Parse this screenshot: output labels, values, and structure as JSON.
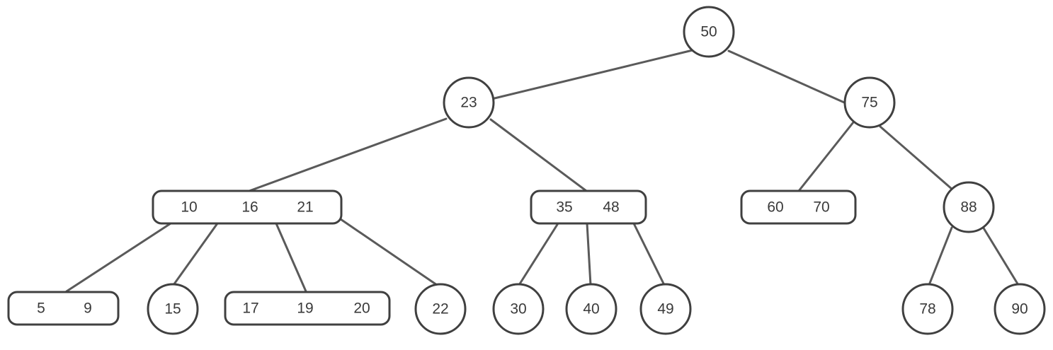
{
  "diagram": {
    "nodes": [
      {
        "id": "n50",
        "keys": [
          "50"
        ]
      },
      {
        "id": "n23",
        "keys": [
          "23"
        ]
      },
      {
        "id": "n75",
        "keys": [
          "75"
        ]
      },
      {
        "id": "n10_16_21",
        "keys": [
          "10",
          "16",
          "21"
        ]
      },
      {
        "id": "n35_48",
        "keys": [
          "35",
          "48"
        ]
      },
      {
        "id": "n60_70",
        "keys": [
          "60",
          "70"
        ]
      },
      {
        "id": "n88",
        "keys": [
          "88"
        ]
      },
      {
        "id": "n5_9",
        "keys": [
          "5",
          "9"
        ]
      },
      {
        "id": "n15",
        "keys": [
          "15"
        ]
      },
      {
        "id": "n17_19_20",
        "keys": [
          "17",
          "19",
          "20"
        ]
      },
      {
        "id": "n22",
        "keys": [
          "22"
        ]
      },
      {
        "id": "n30",
        "keys": [
          "30"
        ]
      },
      {
        "id": "n40",
        "keys": [
          "40"
        ]
      },
      {
        "id": "n49",
        "keys": [
          "49"
        ]
      },
      {
        "id": "n78",
        "keys": [
          "78"
        ]
      },
      {
        "id": "n90",
        "keys": [
          "90"
        ]
      }
    ],
    "edges": [
      [
        "n50",
        "n23"
      ],
      [
        "n50",
        "n75"
      ],
      [
        "n23",
        "n10_16_21"
      ],
      [
        "n23",
        "n35_48"
      ],
      [
        "n75",
        "n60_70"
      ],
      [
        "n75",
        "n88"
      ],
      [
        "n10_16_21",
        "n5_9"
      ],
      [
        "n10_16_21",
        "n15"
      ],
      [
        "n10_16_21",
        "n17_19_20"
      ],
      [
        "n10_16_21",
        "n22"
      ],
      [
        "n35_48",
        "n30"
      ],
      [
        "n35_48",
        "n40"
      ],
      [
        "n35_48",
        "n49"
      ],
      [
        "n88",
        "n78"
      ],
      [
        "n88",
        "n90"
      ]
    ],
    "colors": {
      "edge": "#5a5a5a",
      "node_border": "#404040",
      "text": "#3a3a3a",
      "background": "#ffffff"
    }
  }
}
